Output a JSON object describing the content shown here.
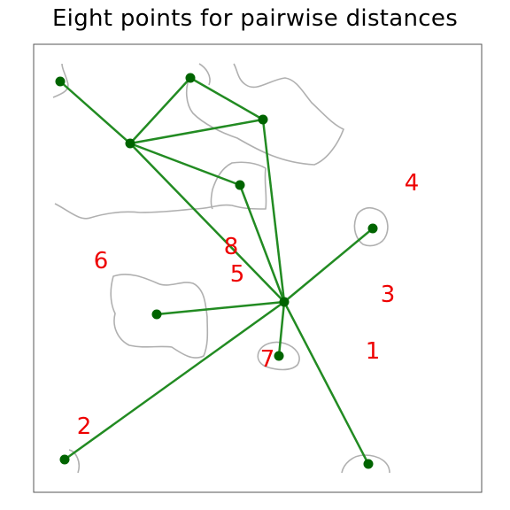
{
  "title": "Eight points for pairwise distances",
  "colors": {
    "edge": "#228b22",
    "node": "#006400",
    "label": "#ee0000",
    "contour": "#b0b0b0"
  },
  "labels": [
    "4",
    "6",
    "8",
    "5",
    "3",
    "1",
    "7",
    "2"
  ]
}
